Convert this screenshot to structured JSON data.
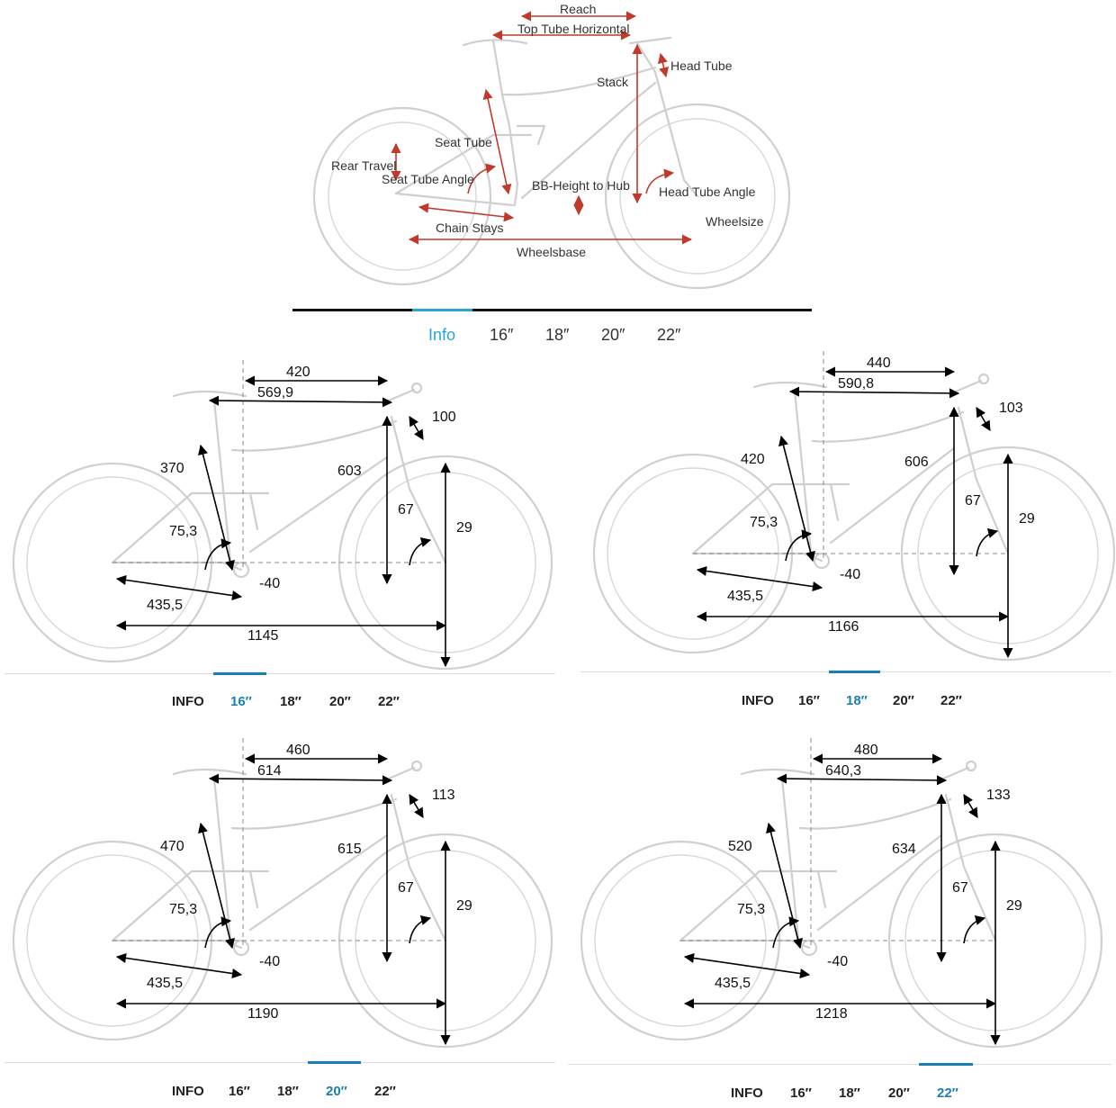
{
  "overview": {
    "labels": {
      "reach": "Reach",
      "top_tube": "Top Tube Horizontal",
      "head_tube": "Head Tube",
      "stack": "Stack",
      "seat_tube": "Seat Tube",
      "rear_travel": "Rear Travel",
      "seat_tube_angle": "Seat Tube Angle",
      "bb_height": "BB-Height to Hub",
      "head_tube_angle": "Head Tube Angle",
      "wheelsize": "Wheelsize",
      "chain_stays": "Chain Stays",
      "wheelbase": "Wheelsbase"
    },
    "tabs": [
      "Info",
      "16″",
      "18″",
      "20″",
      "22″"
    ],
    "active_tab": "Info"
  },
  "sizes": [
    {
      "reach": "420",
      "top_tube": "569,9",
      "head_tube": "100",
      "seat_tube": "370",
      "stack": "603",
      "head_angle": "67",
      "wheel": "29",
      "seat_angle": "75,3",
      "bb_drop": "-40",
      "chain_stays": "435,5",
      "wheelbase": "1145",
      "tabs": [
        "INFO",
        "16″",
        "18″",
        "20″",
        "22″"
      ],
      "active": "16″"
    },
    {
      "reach": "440",
      "top_tube": "590,8",
      "head_tube": "103",
      "seat_tube": "420",
      "stack": "606",
      "head_angle": "67",
      "wheel": "29",
      "seat_angle": "75,3",
      "bb_drop": "-40",
      "chain_stays": "435,5",
      "wheelbase": "1166",
      "tabs": [
        "INFO",
        "16″",
        "18″",
        "20″",
        "22″"
      ],
      "active": "18″"
    },
    {
      "reach": "460",
      "top_tube": "614",
      "head_tube": "113",
      "seat_tube": "470",
      "stack": "615",
      "head_angle": "67",
      "wheel": "29",
      "seat_angle": "75,3",
      "bb_drop": "-40",
      "chain_stays": "435,5",
      "wheelbase": "1190",
      "tabs": [
        "INFO",
        "16″",
        "18″",
        "20″",
        "22″"
      ],
      "active": "20″"
    },
    {
      "reach": "480",
      "top_tube": "640,3",
      "head_tube": "133",
      "seat_tube": "520",
      "stack": "634",
      "head_angle": "67",
      "wheel": "29",
      "seat_angle": "75,3",
      "bb_drop": "-40",
      "chain_stays": "435,5",
      "wheelbase": "1218",
      "tabs": [
        "INFO",
        "16″",
        "18″",
        "20″",
        "22″"
      ],
      "active": "22″"
    }
  ],
  "colors": {
    "accent_blue": "#1b7fb5",
    "accent_cyan": "#2aa5d6",
    "dimension_red": "#c0392b"
  }
}
